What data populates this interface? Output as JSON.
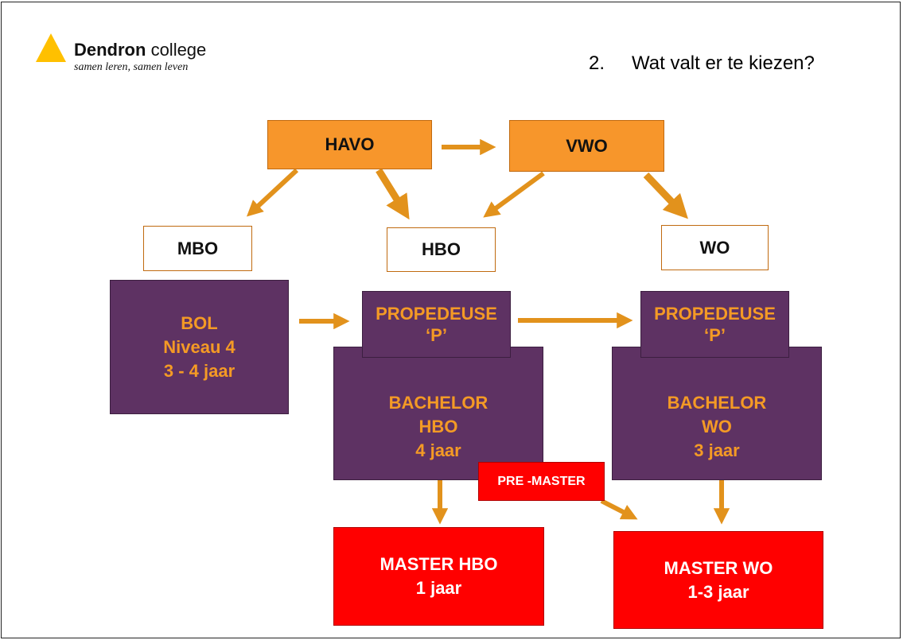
{
  "logo": {
    "brand_bold": "Dendron",
    "brand_rest": " college",
    "tagline": "samen leren, samen leven"
  },
  "title": {
    "number": "2.",
    "text": "Wat valt er te kiezen?"
  },
  "colors": {
    "orange": "#f7962b",
    "purple": "#5e3263",
    "purple_text": "#f49a25",
    "red": "#ff0000",
    "arrow": "#e2921c",
    "logo_yellow": "#ffc000"
  },
  "boxes": {
    "havo": "HAVO",
    "vwo": "VWO",
    "mbo": "MBO",
    "hbo": "HBO",
    "wo": "WO",
    "bol": "BOL\nNiveau 4\n3 - 4 jaar",
    "prop_hbo": "PROPEDEUSE\n‘P’",
    "prop_wo": "PROPEDEUSE\n‘P’",
    "bachelor_hbo": "BACHELOR\nHBO\n4 jaar",
    "bachelor_wo": "BACHELOR\nWO\n3 jaar",
    "pre_master": "PRE -MASTER",
    "master_hbo": "MASTER HBO\n1 jaar",
    "master_wo": "MASTER WO\n1-3 jaar"
  }
}
